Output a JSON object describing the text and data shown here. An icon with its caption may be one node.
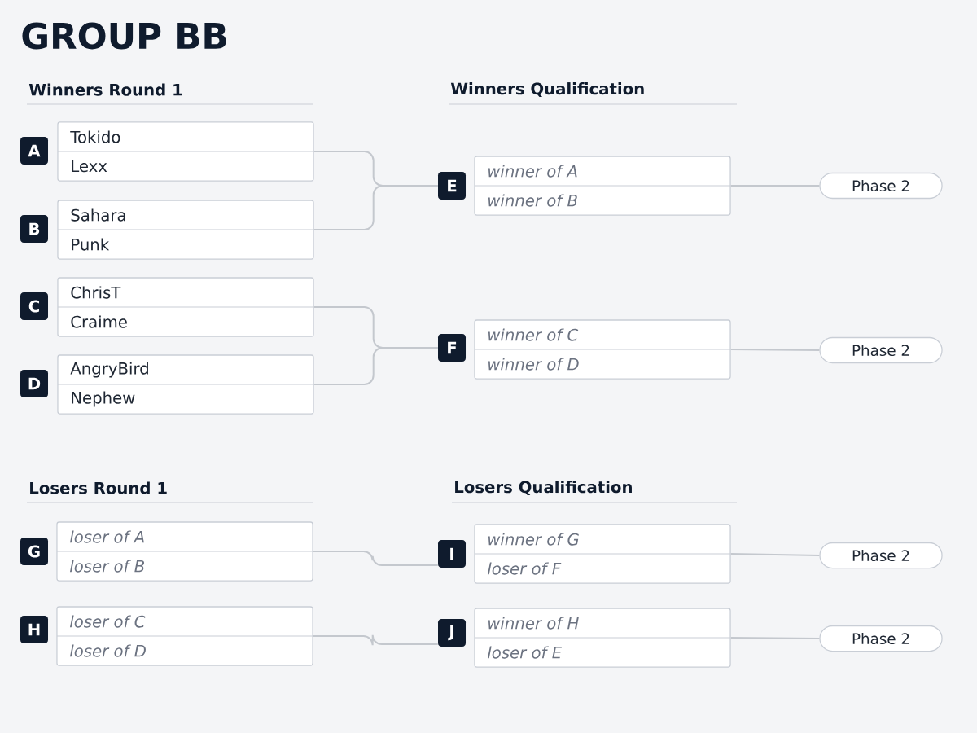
{
  "diagram": {
    "title": "GROUP BB",
    "nodes": [
      {
        "text": [
          "A"
        ]
      },
      {
        "text": [
          "Tokido",
          "Lexx"
        ]
      },
      {
        "text": [
          "B"
        ]
      },
      {
        "text": [
          "Sahara",
          "Punk"
        ]
      },
      {
        "text": [
          "C"
        ]
      },
      {
        "text": [
          "ChrisT",
          "Craime"
        ]
      },
      {
        "text": [
          "D"
        ]
      },
      {
        "text": [
          "AngryBird",
          "Nephew"
        ]
      },
      {
        "text": [
          "E"
        ]
      },
      {
        "text": [
          "winner of A",
          "winner of B"
        ]
      },
      {
        "text": [
          "Phase 2"
        ]
      },
      {
        "text": [
          "F"
        ]
      },
      {
        "text": [
          "winner of C",
          "winner of D"
        ]
      },
      {
        "text": [
          "Phase 2"
        ]
      },
      {
        "text": [
          "G"
        ]
      },
      {
        "text": [
          "loser of A",
          "loser of B"
        ]
      },
      {
        "text": [
          "H"
        ]
      },
      {
        "text": [
          "loser of C",
          "loser of D"
        ]
      },
      {
        "text": [
          "I"
        ]
      },
      {
        "text": [
          "winner of G",
          "loser of F"
        ]
      },
      {
        "text": [
          "Phase 2"
        ]
      },
      {
        "text": [
          "J"
        ]
      },
      {
        "text": [
          "winner of H",
          "loser of E"
        ]
      },
      {
        "text": [
          "Phase 2"
        ]
      }
    ],
    "edges": [
      {
        "from": 1,
        "to": 8,
        "arrow": "none"
      },
      {
        "from": 3,
        "to": 8,
        "arrow": "none"
      },
      {
        "from": 5,
        "to": 11,
        "arrow": "none"
      },
      {
        "from": 7,
        "to": 11,
        "arrow": "none"
      },
      {
        "from": 9,
        "to": 10,
        "arrow": "none"
      },
      {
        "from": 12,
        "to": 13,
        "arrow": "none"
      },
      {
        "from": 15,
        "to": 18,
        "arrow": "none"
      },
      {
        "from": 17,
        "to": 21,
        "arrow": "none"
      },
      {
        "from": 19,
        "to": 20,
        "arrow": "none"
      },
      {
        "from": 22,
        "to": 23,
        "arrow": "none"
      }
    ],
    "labels": [
      "Winners Round 1",
      "Winners Qualification",
      "Losers Round 1",
      "Losers Qualification"
    ]
  }
}
